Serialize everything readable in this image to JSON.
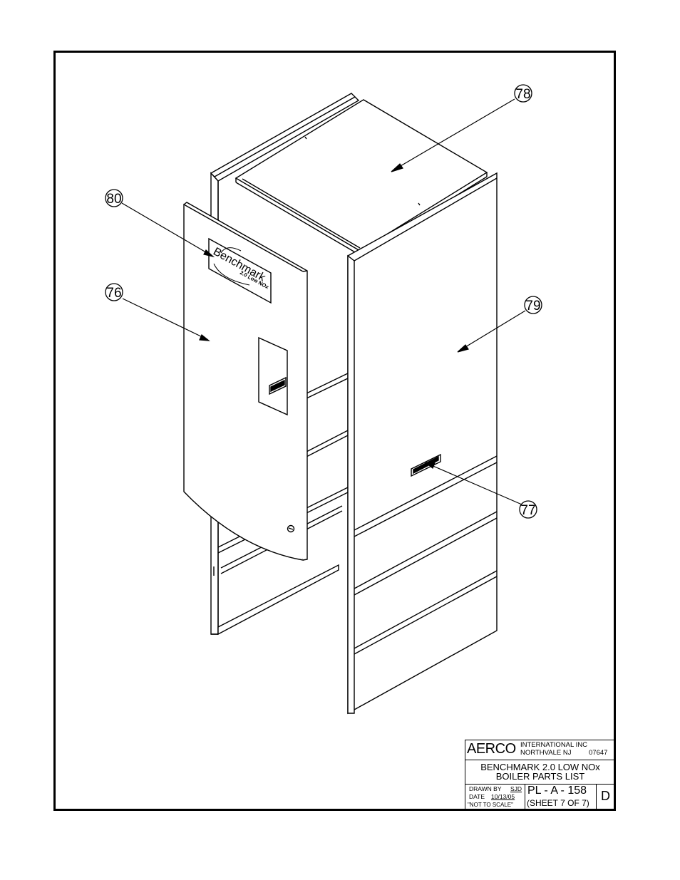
{
  "callouts": [
    {
      "id": "c78",
      "label": "78"
    },
    {
      "id": "c80",
      "label": "80"
    },
    {
      "id": "c76",
      "label": "76"
    },
    {
      "id": "c79",
      "label": "79"
    },
    {
      "id": "c77",
      "label": "77"
    }
  ],
  "logo": {
    "brand": "Benchmark",
    "model": "2.0 Low NOx"
  },
  "title_block": {
    "company": "AERCO",
    "company_line1": "INTERNATIONAL  INC",
    "company_line2": "NORTHVALE  NJ",
    "company_zip": "07647",
    "title_line1": "BENCHMARK 2.0 LOW NOx",
    "title_line2": "BOILER PARTS LIST",
    "drawn_by_label": "DRAWN BY",
    "drawn_by": "SJD",
    "date_label": "DATE",
    "date": "10/13/05",
    "scale_note": "\"NOT TO SCALE\"",
    "drawing_number": "PL - A - 158",
    "sheet": "(SHEET 7 OF 7)",
    "revision": "D"
  }
}
